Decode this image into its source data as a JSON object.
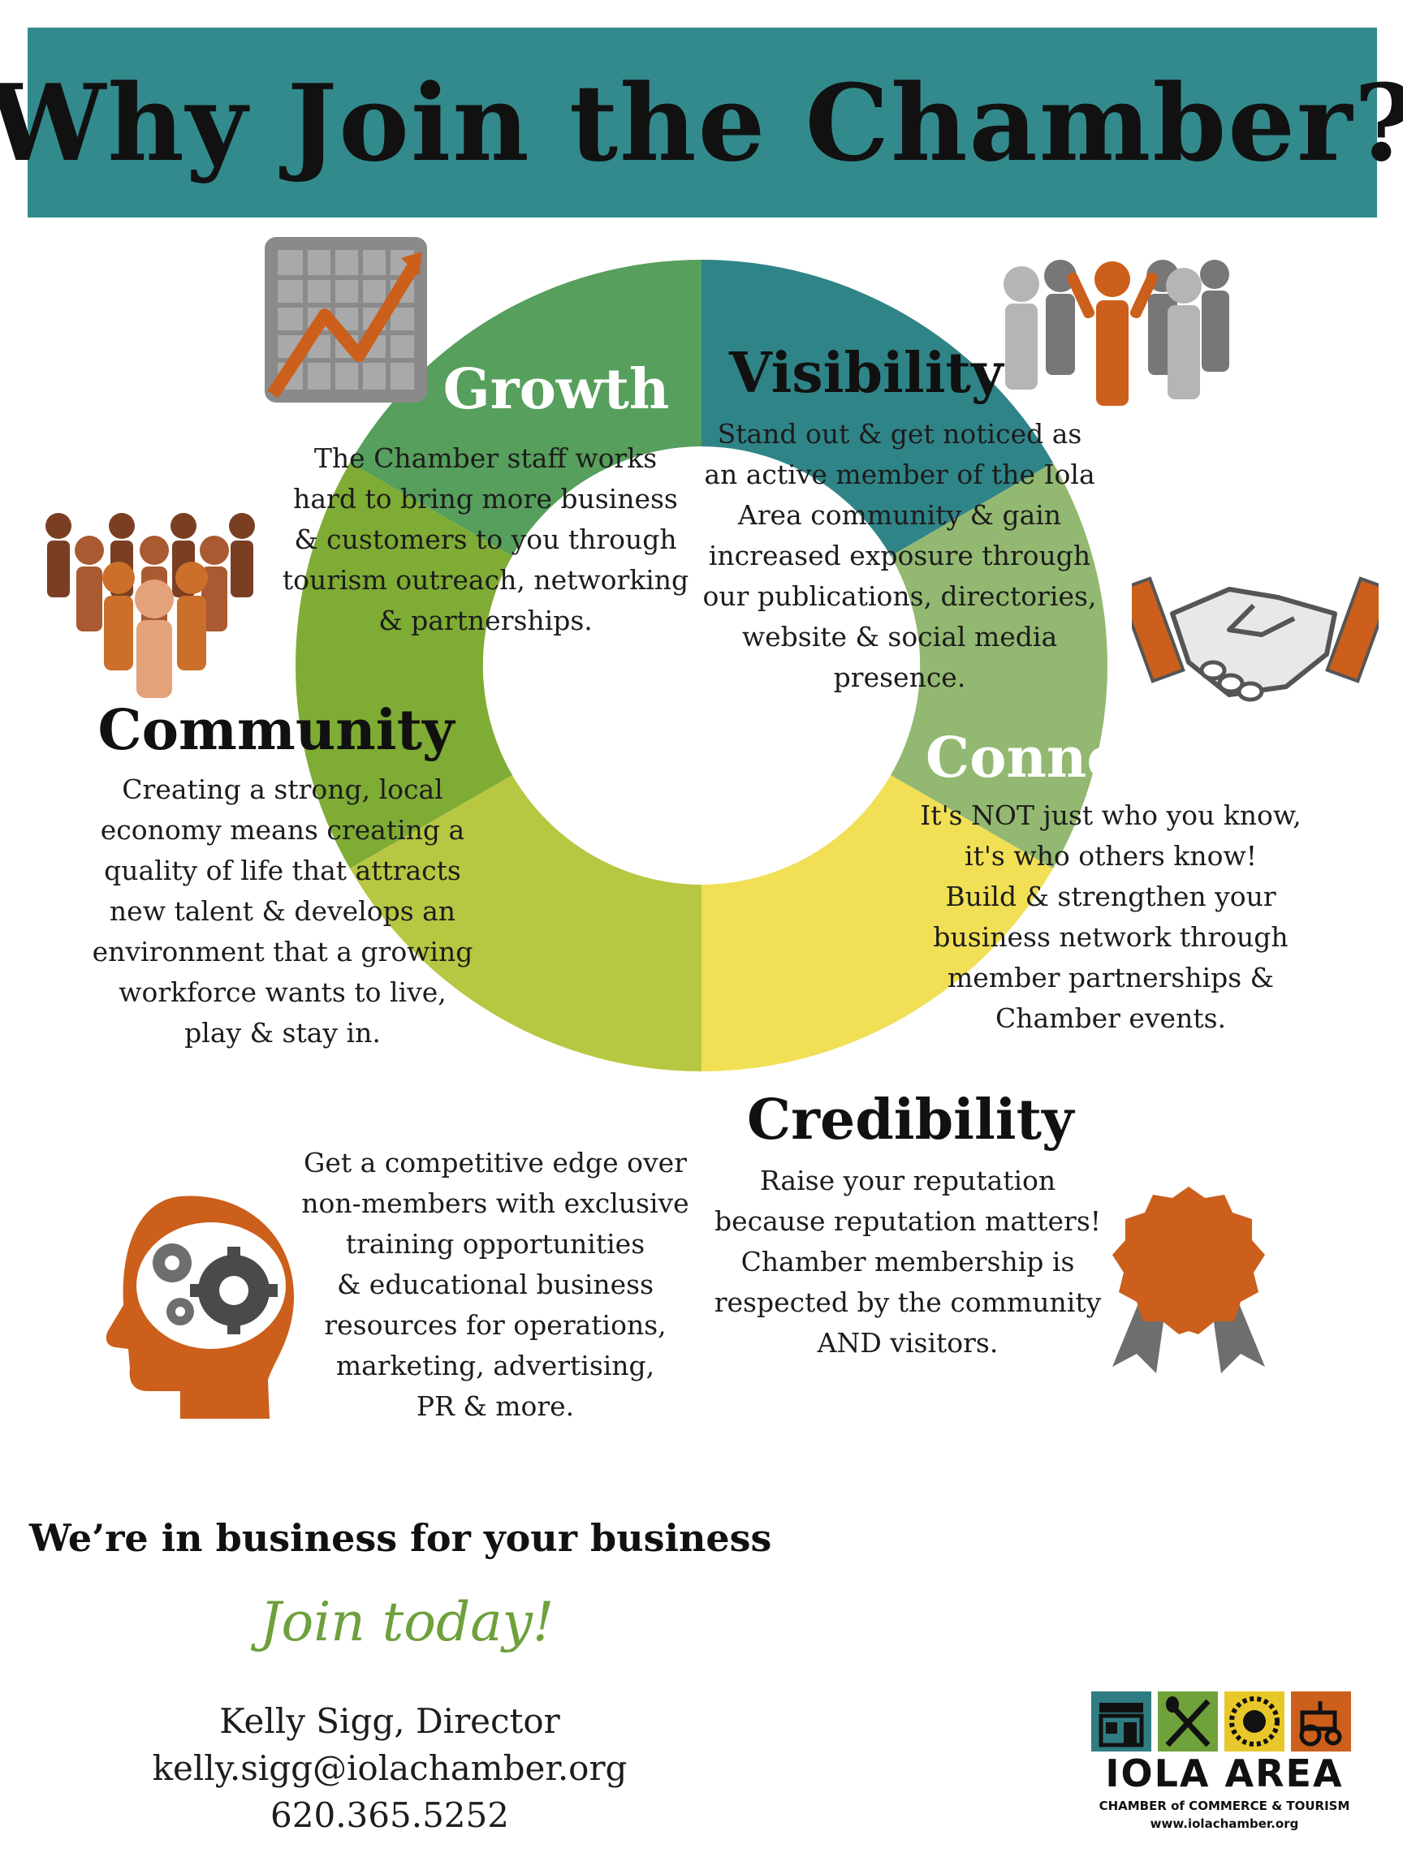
{
  "banner": {
    "title": "Why Join the Chamber?"
  },
  "colors": {
    "banner": "#338a8c",
    "growth": "#579f5c",
    "visibility": "#2f8487",
    "connectivity": "#93b871",
    "credibility": "#f1df55",
    "learning": "#b8c742",
    "community": "#7fac34",
    "accent": "#cc5f1b",
    "icon_gray": "#8a8a8a"
  },
  "segments": {
    "growth": {
      "title": "Growth",
      "lines": [
        "The Chamber staff works",
        "hard to bring more business",
        "& customers to you through",
        "tourism outreach, networking",
        "& partnerships."
      ]
    },
    "visibility": {
      "title": "Visibility",
      "lines": [
        "Stand out & get noticed as",
        "an active member of the Iola",
        "Area community & gain",
        "increased exposure through",
        "our publications, directories,",
        "website & social media",
        "presence."
      ]
    },
    "connectivity": {
      "title": "Connectivity",
      "lines": [
        "It's NOT just who you know,",
        "it's who others know!",
        "Build & strengthen your",
        "business network through",
        "member partnerships &",
        "Chamber events."
      ]
    },
    "credibility": {
      "title": "Credibility",
      "lines": [
        "Raise your reputation",
        "because reputation matters!",
        "Chamber membership is",
        "respected by the community",
        "AND visitors."
      ]
    },
    "learning": {
      "title": "Learning",
      "lines": [
        "Get a competitive edge over",
        "non-members with exclusive",
        "training opportunities",
        "& educational business",
        "resources for operations,",
        "marketing, advertising,",
        "PR & more."
      ]
    },
    "community": {
      "title": "Community",
      "lines": [
        "Creating a strong, local",
        "economy means creating a",
        "quality of life that attracts",
        "new talent & develops an",
        "environment that a growing",
        "workforce wants to live,",
        "play & stay in."
      ]
    }
  },
  "icons": {
    "growth": "growth-chart-icon",
    "visibility": "people-group-icon",
    "connectivity": "handshake-icon",
    "credibility": "award-ribbon-icon",
    "learning": "head-gears-icon",
    "community": "crowd-icon"
  },
  "footer": {
    "tagline": "We’re in business for your business",
    "join": "Join today!",
    "contact_name": "Kelly Sigg, Director",
    "contact_email": "kelly.sigg@iolachamber.org",
    "contact_phone": "620.365.5252"
  },
  "logo": {
    "name": "IOLA AREA",
    "subtitle": "CHAMBER of COMMERCE & TOURISM",
    "url": "www.iolachamber.org",
    "tiles": [
      "storefront-icon",
      "fork-knife-icon",
      "sunflower-icon",
      "tractor-icon"
    ]
  }
}
